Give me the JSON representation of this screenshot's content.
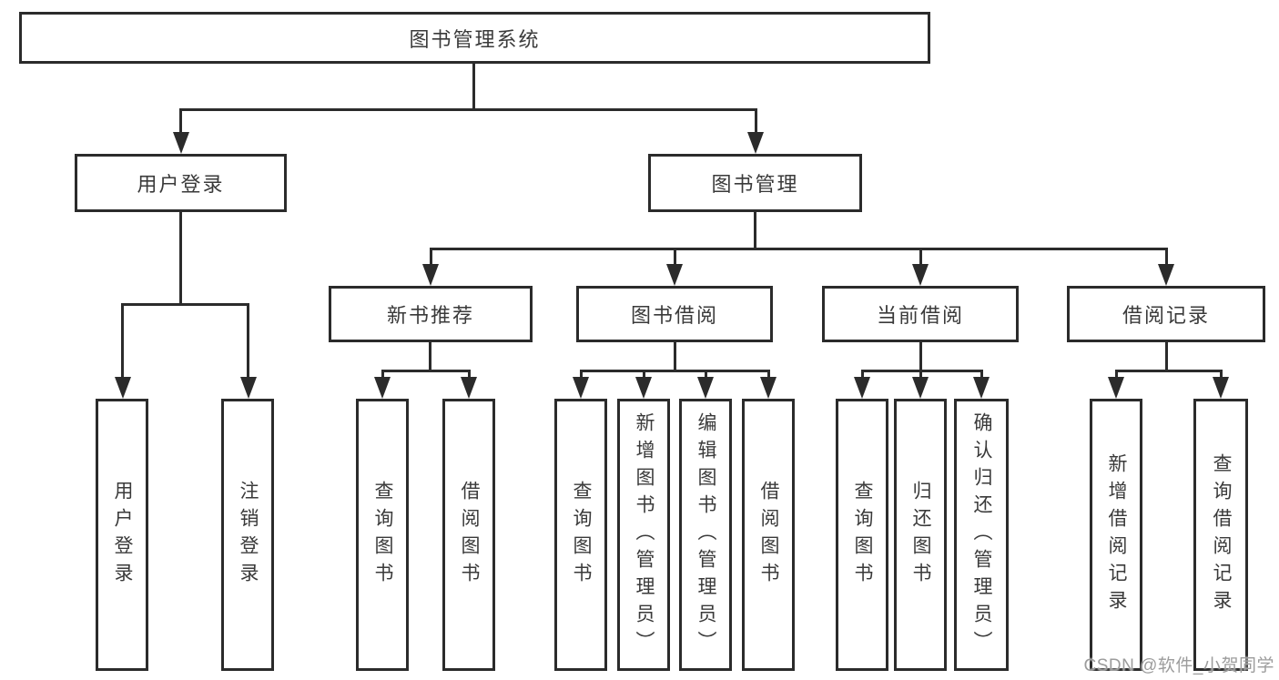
{
  "diagram": {
    "title_node": "图书管理系统",
    "nodes": {
      "root": "图书管理系统",
      "user_login": "用户登录",
      "book_mgmt": "图书管理",
      "new_book_rec": "新书推荐",
      "book_borrow": "图书借阅",
      "current_borrow": "当前借阅",
      "borrow_record": "借阅记录",
      "ul_login": "用户登录",
      "ul_logout": "注销登录",
      "nb_query": "查询图书",
      "nb_borrow": "借阅图书",
      "bb_query": "查询图书",
      "bb_add": "新增图书（管理员）",
      "bb_edit": "编辑图书（管理员）",
      "bb_borrow": "借阅图书",
      "cb_query": "查询图书",
      "cb_return": "归还图书",
      "cb_confirm": "确认归还（管理员）",
      "br_add": "新增借阅记录",
      "br_query": "查询借阅记录"
    },
    "colors": {
      "line": "#2b2b2b",
      "text": "#3a3a3a",
      "background": "#ffffff",
      "watermark": "#9c9c9c"
    }
  },
  "watermark": "CSDN @软件_小贺同学"
}
